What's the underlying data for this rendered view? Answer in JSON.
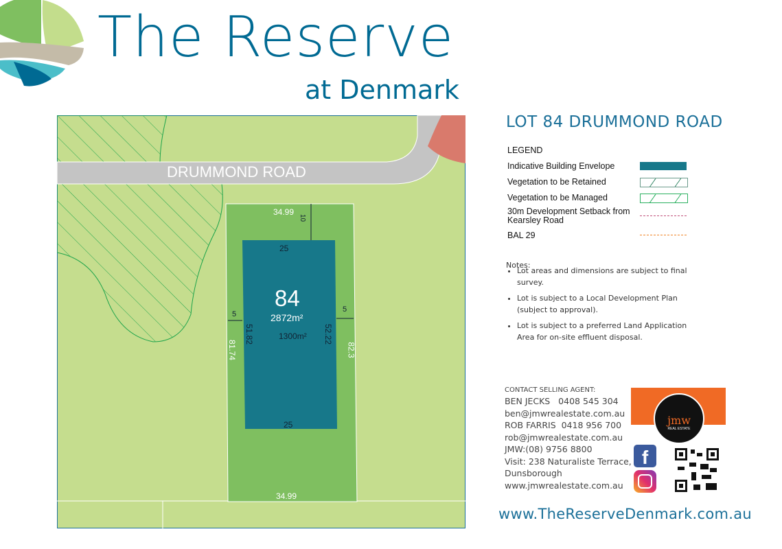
{
  "header": {
    "title": "The Reserve",
    "subtitle": "at Denmark"
  },
  "map": {
    "road_name": "DRUMMOND  ROAD",
    "lot_number": "84",
    "lot_area": "2872m²",
    "envelope_area": "1300m²",
    "dims": {
      "top": "34.99",
      "bottom": "34.99",
      "left": "81.74",
      "right": "82.3",
      "env_top": "25",
      "env_bottom": "25",
      "env_left": "51.82",
      "env_right": "52.22",
      "setback_front": "10",
      "setback_left": "5",
      "setback_right": "5"
    }
  },
  "lot_title": "LOT 84 DRUMMOND ROAD",
  "legend": {
    "title": "LEGEND",
    "items": [
      {
        "label": "Indicative Building Envelope",
        "color": "#17788a"
      },
      {
        "label": "Vegetation to be Retained"
      },
      {
        "label": "Vegetation to be Managed"
      },
      {
        "label": "30m Development Setback from Kearsley Road",
        "color": "#c0507a"
      },
      {
        "label": "BAL 29",
        "color": "#f08020"
      }
    ]
  },
  "notes": {
    "title": "Notes:",
    "items": [
      "Lot areas and dimensions are subject to final survey.",
      "Lot is subject to a Local Development Plan (subject to approval).",
      "Lot is subject to a preferred Land Application Area for on-site effluent disposal."
    ]
  },
  "contact": {
    "heading": "CONTACT SELLING AGENT:",
    "agent1": "BEN JECKS   0408 545 304",
    "email1": "ben@jmwrealestate.com.au",
    "agent2": "ROB FARRIS  0418 956 700",
    "email2": "rob@jmwrealestate.com.au",
    "office": "JMW:(08) 9756 8800",
    "visit": "Visit: 238 Naturaliste Terrace,",
    "town": "Dunsborough",
    "web": "www.jmwrealestate.com.au"
  },
  "agency_logo": {
    "text": "jmw",
    "sub": "REAL ESTATE"
  },
  "website": "www.TheReserveDenmark.com.au"
}
